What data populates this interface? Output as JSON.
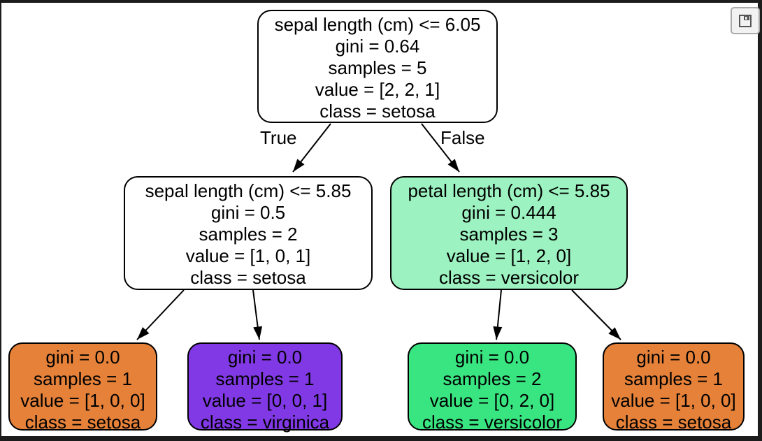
{
  "window": {
    "save_button": {
      "label": "save-figure",
      "icon": "floppy-disk"
    },
    "border_color": "#1c1c1c",
    "canvas_color": "#ffffff"
  },
  "edges": {
    "true_label": "True",
    "false_label": "False"
  },
  "tree": {
    "type": "decision-tree",
    "classes": [
      "setosa",
      "versicolor",
      "virginica"
    ],
    "colors": {
      "setosa_leaf": "#e58139",
      "versicolor_leaf": "#39e581",
      "versicolor_mixed": "#9cf2c0",
      "virginica_leaf": "#8139e5",
      "undecided": "#ffffff"
    },
    "nodes": [
      {
        "id": "root",
        "fill": "#ffffff",
        "lines": [
          "sepal length (cm) <= 6.05",
          "gini = 0.64",
          "samples = 5",
          "value = [2, 2, 1]",
          "class = setosa"
        ]
      },
      {
        "id": "left-child",
        "fill": "#ffffff",
        "lines": [
          "sepal length (cm) <= 5.85",
          "gini = 0.5",
          "samples = 2",
          "value = [1, 0, 1]",
          "class = setosa"
        ]
      },
      {
        "id": "right-child",
        "fill": "#9cf2c0",
        "lines": [
          "petal length (cm) <= 5.85",
          "gini = 0.444",
          "samples = 3",
          "value = [1, 2, 0]",
          "class = versicolor"
        ]
      },
      {
        "id": "leaf-1",
        "fill": "#e58139",
        "lines": [
          "gini = 0.0",
          "samples = 1",
          "value = [1, 0, 0]",
          "class = setosa"
        ]
      },
      {
        "id": "leaf-2",
        "fill": "#8139e5",
        "lines": [
          "gini = 0.0",
          "samples = 1",
          "value = [0, 0, 1]",
          "class = virginica"
        ]
      },
      {
        "id": "leaf-3",
        "fill": "#39e581",
        "lines": [
          "gini = 0.0",
          "samples = 2",
          "value = [0, 2, 0]",
          "class = versicolor"
        ]
      },
      {
        "id": "leaf-4",
        "fill": "#e58139",
        "lines": [
          "gini = 0.0",
          "samples = 1",
          "value = [1, 0, 0]",
          "class = setosa"
        ]
      }
    ]
  }
}
